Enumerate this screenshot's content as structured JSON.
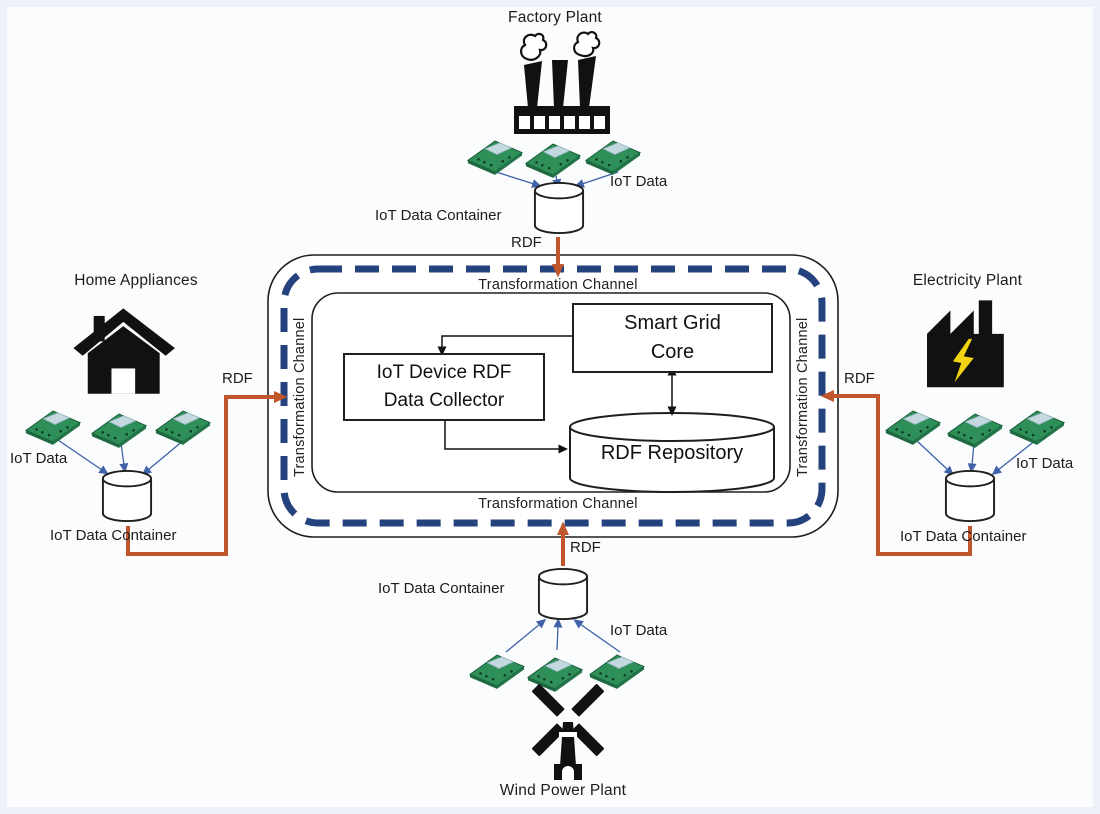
{
  "colors": {
    "channel_dash": "#24427e",
    "rdf_arrow": "#c0562b",
    "device_arrow": "#3f62a8",
    "board_green": "#2e8f58",
    "lightning_yellow": "#f2d311",
    "node_border": "#1f1f1f",
    "background": "#fafcfe"
  },
  "channel": {
    "top": "Transformation Channel",
    "bottom": "Transformation Channel",
    "left": "Transformation Channel",
    "right": "Transformation Channel"
  },
  "core": {
    "smart_grid_line1": "Smart Grid",
    "smart_grid_line2": "Core",
    "collector_line1": "IoT Device RDF",
    "collector_line2": "Data Collector",
    "repository": "RDF Repository"
  },
  "sources": {
    "factory": {
      "title": "Factory Plant",
      "iot_data": "IoT Data",
      "container": "IoT Data Container",
      "rdf": "RDF"
    },
    "home": {
      "title": "Home Appliances",
      "iot_data": "IoT Data",
      "container": "IoT Data Container",
      "rdf": "RDF"
    },
    "electricity": {
      "title": "Electricity Plant",
      "iot_data": "IoT Data",
      "container": "IoT Data Container",
      "rdf": "RDF"
    },
    "wind": {
      "title": "Wind Power Plant",
      "iot_data": "IoT Data",
      "container": "IoT Data Container",
      "rdf": "RDF"
    }
  }
}
